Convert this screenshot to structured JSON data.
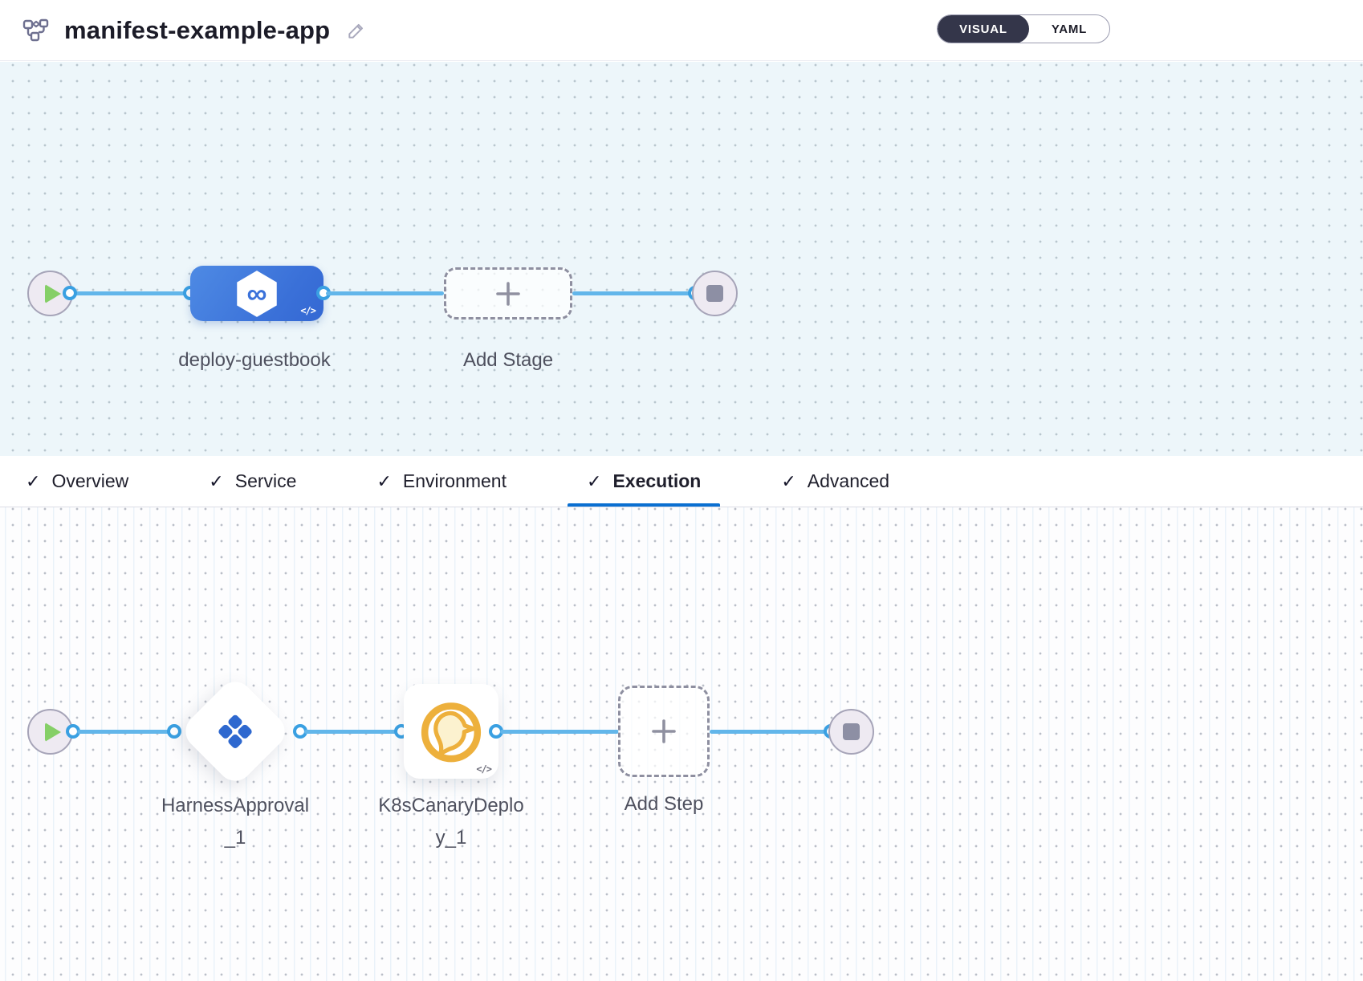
{
  "header": {
    "title": "manifest-example-app",
    "toggle": {
      "visual": "VISUAL",
      "yaml": "YAML"
    }
  },
  "stage_pipeline": {
    "stage_label": "deploy-guestbook",
    "add_stage_label": "Add Stage",
    "code_badge": "</>"
  },
  "tabs": {
    "items": [
      {
        "label": "Overview",
        "check": "✓",
        "active": false
      },
      {
        "label": "Service",
        "check": "✓",
        "active": false
      },
      {
        "label": "Environment",
        "check": "✓",
        "active": false
      },
      {
        "label": "Execution",
        "check": "✓",
        "active": true
      },
      {
        "label": "Advanced",
        "check": "✓",
        "active": false
      }
    ]
  },
  "execution_pipeline": {
    "steps": [
      {
        "label": "HarnessApproval_1",
        "type": "harness-approval"
      },
      {
        "label": "K8sCanaryDeploy_1",
        "type": "k8s-canary-deploy"
      }
    ],
    "add_step_label": "Add Step",
    "code_badge": "</>"
  },
  "colors": {
    "accent_blue": "#0a6fd1",
    "edge_blue": "#62b6ea",
    "stage_blue": "#3a70d8",
    "approval_blue": "#2e68cf",
    "canary_yellow": "#edb03c",
    "play_green": "#85cf67",
    "toggle_dark": "#34364a"
  }
}
